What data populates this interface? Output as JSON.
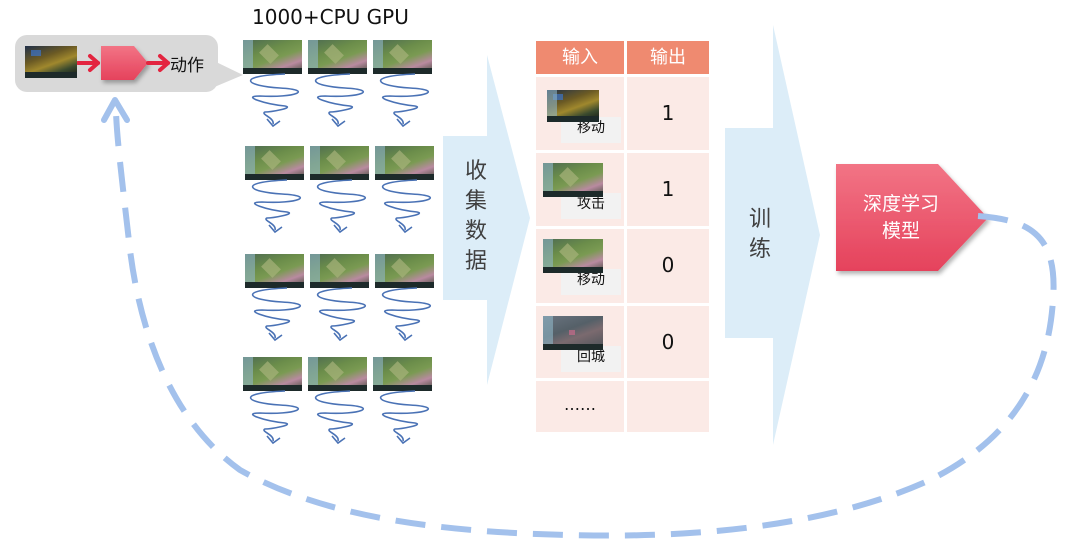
{
  "cluster": {
    "title": "1000+CPU GPU",
    "thumbnail_rows": 4,
    "thumbnail_cols": 3
  },
  "callout": {
    "input_icon": "game-screenshot-icon",
    "processor_icon": "model-pentagon-icon",
    "output_label": "动作"
  },
  "collect_arrow": {
    "label_chars": [
      "收",
      "集",
      "数",
      "据"
    ]
  },
  "train_arrow": {
    "label_chars": [
      "训",
      "练"
    ]
  },
  "table": {
    "headers": {
      "input": "输入",
      "output": "输出"
    },
    "rows": [
      {
        "thumbnail": "dark",
        "action": "移动",
        "output": "1"
      },
      {
        "thumbnail": "green",
        "action": "攻击",
        "output": "1"
      },
      {
        "thumbnail": "green",
        "action": "移动",
        "output": "0"
      },
      {
        "thumbnail": "grey",
        "action": "回城",
        "output": "0"
      },
      {
        "ellipsis": "……",
        "output": ""
      }
    ]
  },
  "model": {
    "line1": "深度学习",
    "line2": "模型"
  },
  "colors": {
    "header": "#ef8a70",
    "cell": "#fbeae6",
    "arrow_fill": "#dcedf8",
    "model_red": "#ec4b63",
    "feedback_dash": "#a3c1ec",
    "spiral": "#4a72b5",
    "action_arrow": "#e3243f"
  }
}
